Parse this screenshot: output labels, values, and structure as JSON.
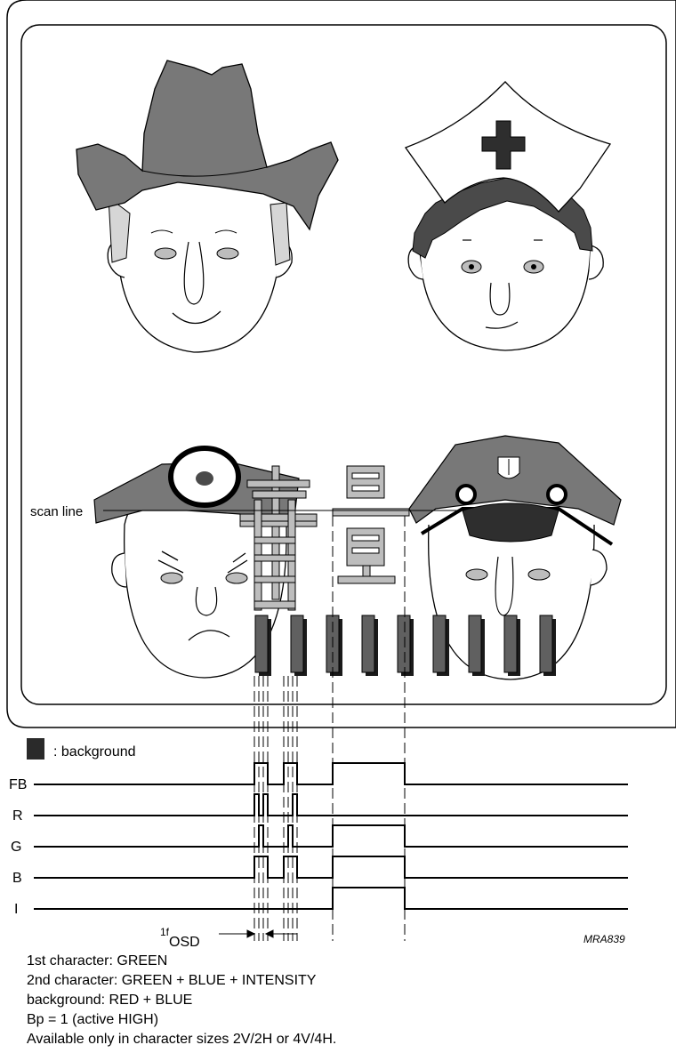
{
  "labels": {
    "scan_line": "scan line",
    "legend": ": background",
    "figure_id": "MRA839",
    "osd_prefix": "1f",
    "osd_sub": "OSD"
  },
  "signals": [
    "FB",
    "R",
    "G",
    "B",
    "I"
  ],
  "notes": [
    "1st character: GREEN",
    "2nd character: GREEN + BLUE + INTENSITY",
    "background: RED + BLUE",
    "Bp = 1 (active HIGH)",
    "Available only in character sizes 2V/2H or 4V/4H."
  ],
  "colors": {
    "hat_gray": "#787878",
    "hair_light": "#d6d6d6",
    "dark_hair": "#4a4a4a",
    "cap_dark": "#2e2e2e",
    "char_light": "#bdbdbd",
    "bar_dark": "#606060",
    "legend_box": "#2a2a2a"
  }
}
